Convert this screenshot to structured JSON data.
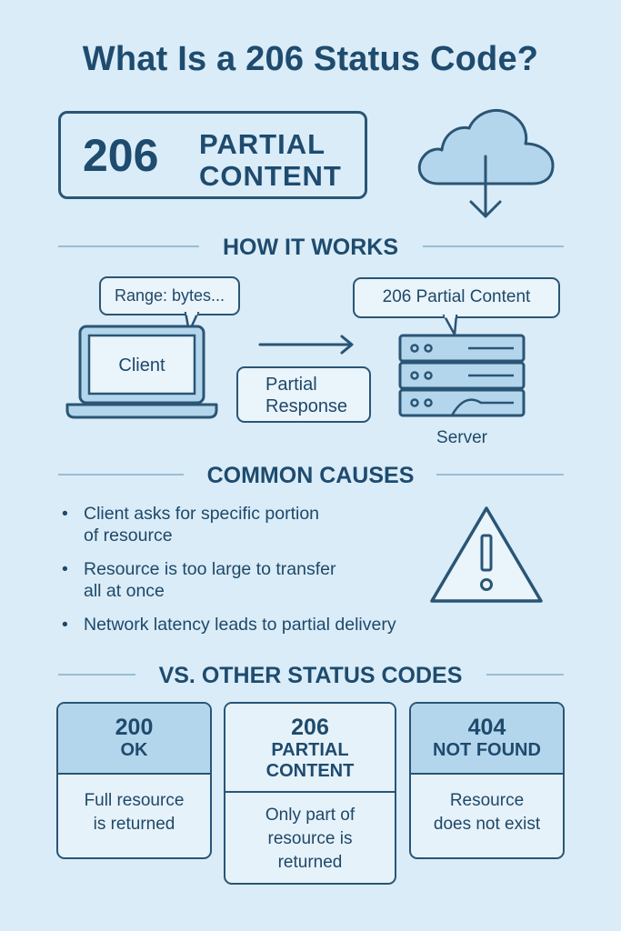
{
  "title": "What Is a 206 Status Code?",
  "hero": {
    "code": "206",
    "name_line1": "PARTIAL",
    "name_line2": "CONTENT",
    "icon": "cloud-download-icon"
  },
  "how_it_works": {
    "heading": "HOW IT WORKS",
    "request_bubble": "Range: bytes...",
    "client_label": "Client",
    "arrow_icon": "arrow-right-icon",
    "partial_line1": "Partial",
    "partial_line2": "Response",
    "response_bubble": "206 Partial Content",
    "server_label": "Server"
  },
  "common_causes": {
    "heading": "COMMON CAUSES",
    "items": [
      {
        "line1": "Client asks for specific portion",
        "line2": "of resource"
      },
      {
        "line1": "Resource is too large to transfer",
        "line2": "all at once"
      },
      {
        "line1": "Network latency leads to partial delivery",
        "line2": ""
      }
    ],
    "bullet_char": "•",
    "icon": "warning-icon"
  },
  "comparison": {
    "heading": "VS. OTHER STATUS CODES",
    "cards": [
      {
        "code": "200",
        "label1": "OK",
        "label2": "",
        "body1": "Full resource",
        "body2": "is returned",
        "body3": ""
      },
      {
        "code": "206",
        "label1": "PARTIAL",
        "label2": "CONTENT",
        "body1": "Only part of",
        "body2": "resource is",
        "body3": "returned"
      },
      {
        "code": "404",
        "label1": "NOT FOUND",
        "label2": "",
        "body1": "Resource",
        "body2": "does not exist",
        "body3": ""
      }
    ]
  },
  "colors": {
    "background": "#d9ecf8",
    "ink": "#1e4b6e",
    "accent": "#b4d6ec"
  }
}
